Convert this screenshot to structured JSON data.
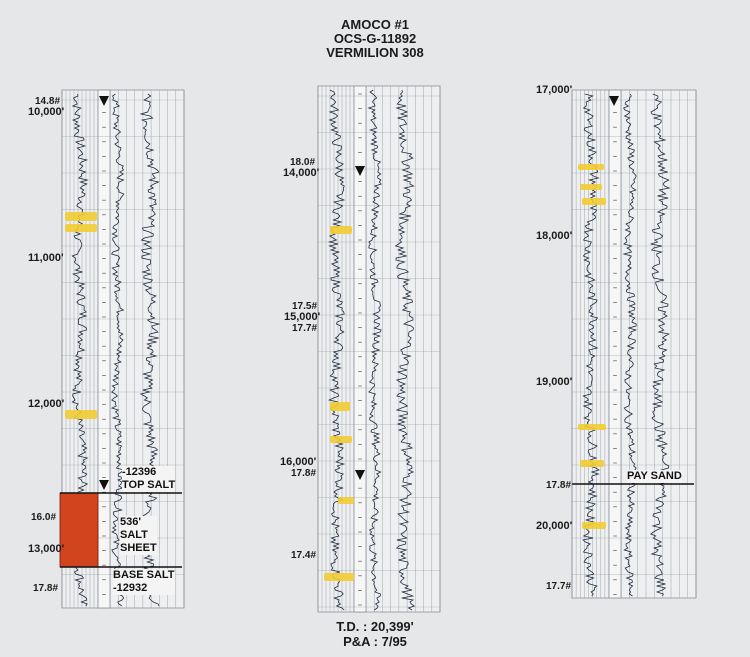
{
  "header": {
    "line1": "AMOCO #1",
    "line2": "OCS-G-11892",
    "line3": "VERMILION 308"
  },
  "footer": {
    "td": "T.D. : 20,399'",
    "pa": "P&A : 7/95"
  },
  "left_log": {
    "depths": [
      "10,000'",
      "11,000'",
      "12,000'",
      "13,000'"
    ],
    "mud_weights": [
      "14.8#",
      "16.0#",
      "17.8#"
    ],
    "top_salt_depth": "-12396",
    "top_salt_label": "TOP SALT",
    "salt_thickness": "536'",
    "salt_line1": "SALT",
    "salt_line2": "SHEET",
    "base_salt_label": "BASE SALT",
    "base_salt_depth": "-12932"
  },
  "middle_log": {
    "depths": [
      "14,000'",
      "15,000'",
      "16,000'"
    ],
    "mud_weights": [
      "18.0#",
      "17.5#",
      "17.7#",
      "17.8#",
      "17.4#"
    ]
  },
  "right_log": {
    "depths": [
      "17,000'",
      "18,000'",
      "19,000'",
      "20,000'"
    ],
    "mud_weights": [
      "17.8#",
      "17.7#"
    ],
    "pay_sand_label": "PAY SAND"
  },
  "colors": {
    "background": "#e6e7e9",
    "grid": "#8e939a",
    "curve": "#1f2a3d",
    "highlight_yellow": "#f2cc32",
    "salt_red": "#d2441e"
  }
}
